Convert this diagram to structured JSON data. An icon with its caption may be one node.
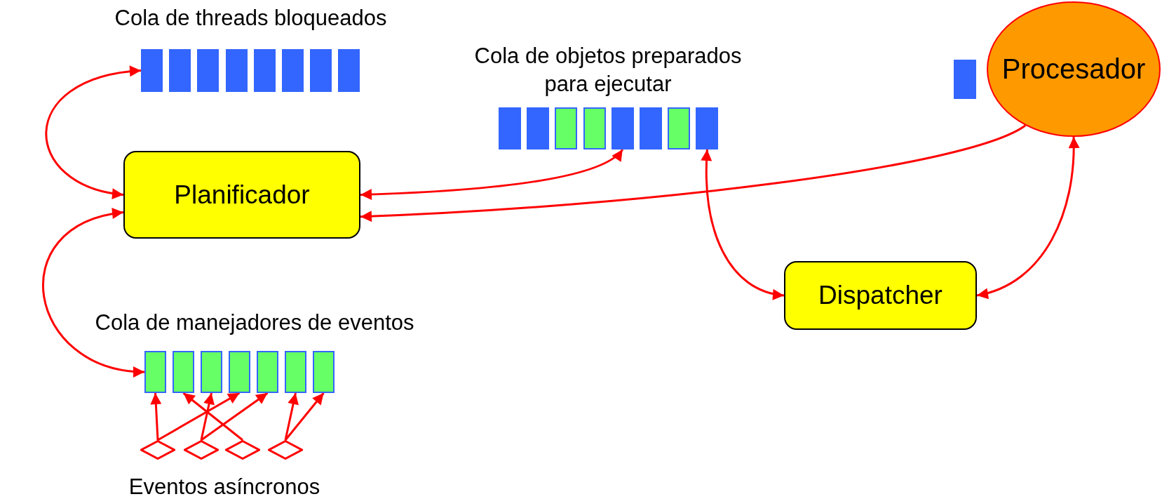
{
  "diagram": {
    "nodes": [
      {
        "text": [
          "Cola de threads bloqueados"
        ]
      },
      {
        "text": [],
        "shape": "box",
        "in": 0
      },
      {
        "text": [],
        "shape": "box",
        "in": 0
      },
      {
        "text": [],
        "shape": "box",
        "in": 0
      },
      {
        "text": [],
        "shape": "box",
        "in": 0
      },
      {
        "text": [],
        "shape": "box",
        "in": 0
      },
      {
        "text": [],
        "shape": "box",
        "in": 0
      },
      {
        "text": [],
        "shape": "box",
        "in": 0
      },
      {
        "text": [],
        "shape": "box",
        "in": 0
      },
      {
        "text": [
          "Planificador"
        ]
      },
      {
        "text": [
          "Cola de objetos preparados para ejecutar"
        ]
      },
      {
        "text": [],
        "shape": "box",
        "in": 10
      },
      {
        "text": [],
        "shape": "box",
        "in": 10
      },
      {
        "text": [],
        "shape": "box",
        "in": 10
      },
      {
        "text": [],
        "shape": "box",
        "in": 10
      },
      {
        "text": [],
        "shape": "box",
        "in": 10
      },
      {
        "text": [],
        "shape": "box",
        "in": 10
      },
      {
        "text": [],
        "shape": "box",
        "in": 10
      },
      {
        "text": [],
        "shape": "box",
        "in": 10
      },
      {
        "text": [],
        "shape": "bar"
      },
      {
        "text": [
          "Procesador"
        ]
      },
      {
        "text": [
          "Dispatcher"
        ]
      },
      {
        "text": [
          "Cola de manejadores de eventos"
        ]
      },
      {
        "text": [],
        "shape": "box",
        "in": 22
      },
      {
        "text": [],
        "shape": "box",
        "in": 22
      },
      {
        "text": [],
        "shape": "box",
        "in": 22
      },
      {
        "text": [],
        "shape": "box",
        "in": 22
      },
      {
        "text": [],
        "shape": "box",
        "in": 22
      },
      {
        "text": [],
        "shape": "box",
        "in": 22
      },
      {
        "text": [],
        "shape": "box",
        "in": 22
      },
      {
        "text": [],
        "shape": "diamond"
      },
      {
        "text": [],
        "shape": "diamond"
      },
      {
        "text": [],
        "shape": "diamond"
      },
      {
        "text": [],
        "shape": "diamond"
      }
    ],
    "edges": [
      {
        "from": 9,
        "to": 1,
        "arrow": "both"
      },
      {
        "from": 9,
        "to": 15,
        "arrow": "both"
      },
      {
        "from": 20,
        "to": 9,
        "arrow": "to"
      },
      {
        "from": 9,
        "to": 23,
        "arrow": "both"
      },
      {
        "from": 18,
        "to": 21,
        "arrow": "both"
      },
      {
        "from": 21,
        "to": 20,
        "arrow": "both"
      },
      {
        "from": 30,
        "to": 23,
        "arrow": "to"
      },
      {
        "from": 30,
        "to": 26,
        "arrow": "to"
      },
      {
        "from": 31,
        "to": 25,
        "arrow": "to"
      },
      {
        "from": 31,
        "to": 27,
        "arrow": "to"
      },
      {
        "from": 32,
        "to": 24,
        "arrow": "to"
      },
      {
        "from": 33,
        "to": 28,
        "arrow": "to"
      },
      {
        "from": 33,
        "to": 29,
        "arrow": "to"
      }
    ],
    "labels": [
      "Eventos asíncronos"
    ]
  }
}
